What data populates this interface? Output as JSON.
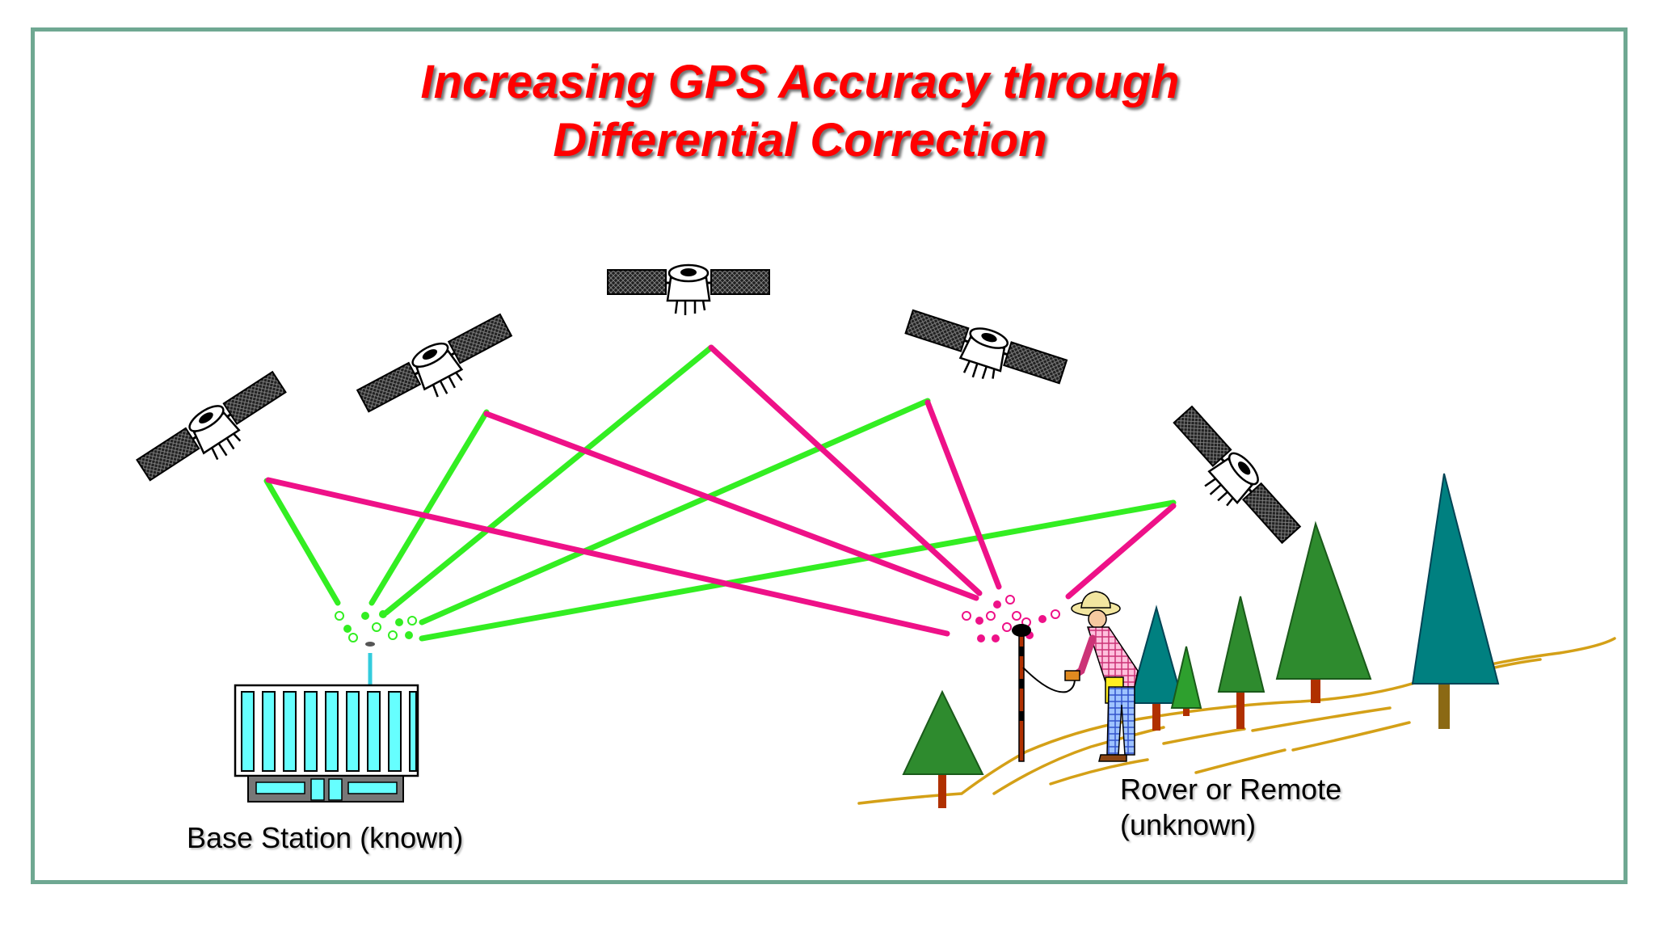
{
  "title": {
    "line1": "Increasing GPS Accuracy through",
    "line2": "Differential Correction"
  },
  "labels": {
    "base_station": "Base Station (known)",
    "rover_line1": "Rover or Remote",
    "rover_line2": "(unknown)"
  },
  "colors": {
    "title": "#ff0000",
    "base_signal": "#33ee22",
    "rover_signal": "#ee1188",
    "frame": "#6fa892",
    "building": "#66ffff",
    "tree_green": "#2e8b2e",
    "tree_teal": "#008080",
    "terrain": "#d4a017",
    "trunk": "#b03000"
  },
  "satellites": [
    {
      "name": "satellite-1"
    },
    {
      "name": "satellite-2"
    },
    {
      "name": "satellite-3"
    },
    {
      "name": "satellite-4"
    },
    {
      "name": "satellite-5"
    }
  ],
  "icons": {
    "satellite": "satellite-icon",
    "building": "base-station-building-icon",
    "surveyor": "surveyor-person-icon",
    "antenna": "gps-antenna-pole-icon",
    "tree": "tree-icon"
  }
}
